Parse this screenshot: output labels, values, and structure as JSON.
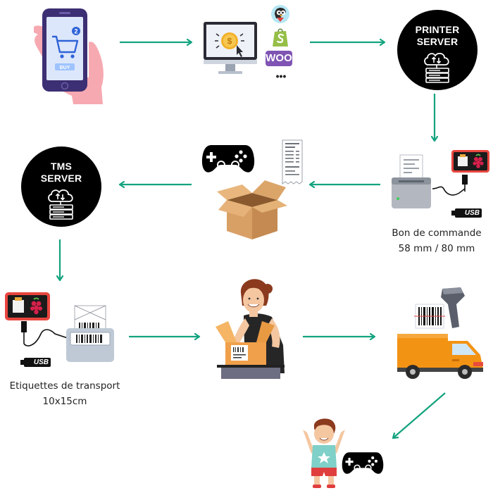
{
  "nodes": {
    "printer_server": {
      "line1": "PRINTER",
      "line2": "SERVER"
    },
    "tms_server": {
      "line1": "TMS",
      "line2": "SERVER"
    }
  },
  "phone": {
    "cart_count": "2",
    "buy_label": "BUY"
  },
  "platforms": {
    "woo_label": "WOO",
    "more_label": "•••"
  },
  "usb_label": "USB",
  "captions": {
    "receipt": {
      "line1": "Bon de commande",
      "line2": "58 mm / 80 mm"
    },
    "labels": {
      "line1": "Etiquettes de transport",
      "line2": "10x15cm"
    }
  },
  "colors": {
    "arrow": "#13a37f",
    "badge": "#000000",
    "woo": "#7f54b3",
    "shopify": "#95bf47",
    "raspberry_case": "#e8463e",
    "truck": "#f39314",
    "box": "#d9a066"
  }
}
